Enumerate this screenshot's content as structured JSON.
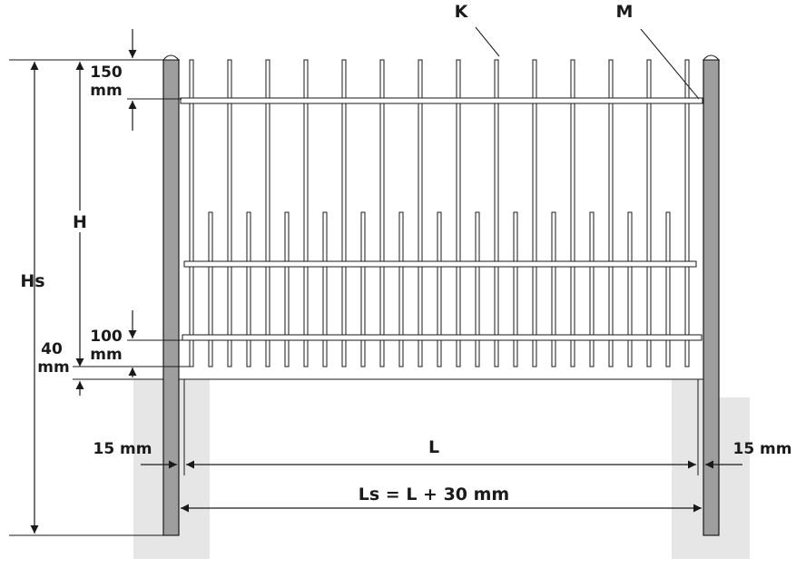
{
  "labels": {
    "k": "K",
    "m": "M",
    "hs": "Hs",
    "h": "H",
    "l": "L",
    "ls": "Ls = L + 30 mm",
    "top_gap_value": "150",
    "top_gap_unit": "mm",
    "bottom_rail_value": "100",
    "bottom_rail_unit": "mm",
    "ground_gap_value": "40",
    "ground_gap_unit": "mm",
    "left_gap": "15 mm",
    "right_gap": "15 mm"
  },
  "colors": {
    "post_fill": "#9e9e9e",
    "foundation": "#e6e6e6",
    "line": "#1a1a1a",
    "bar_fill": "#ffffff"
  },
  "icons": {
    "arrowheads": "triangle"
  }
}
